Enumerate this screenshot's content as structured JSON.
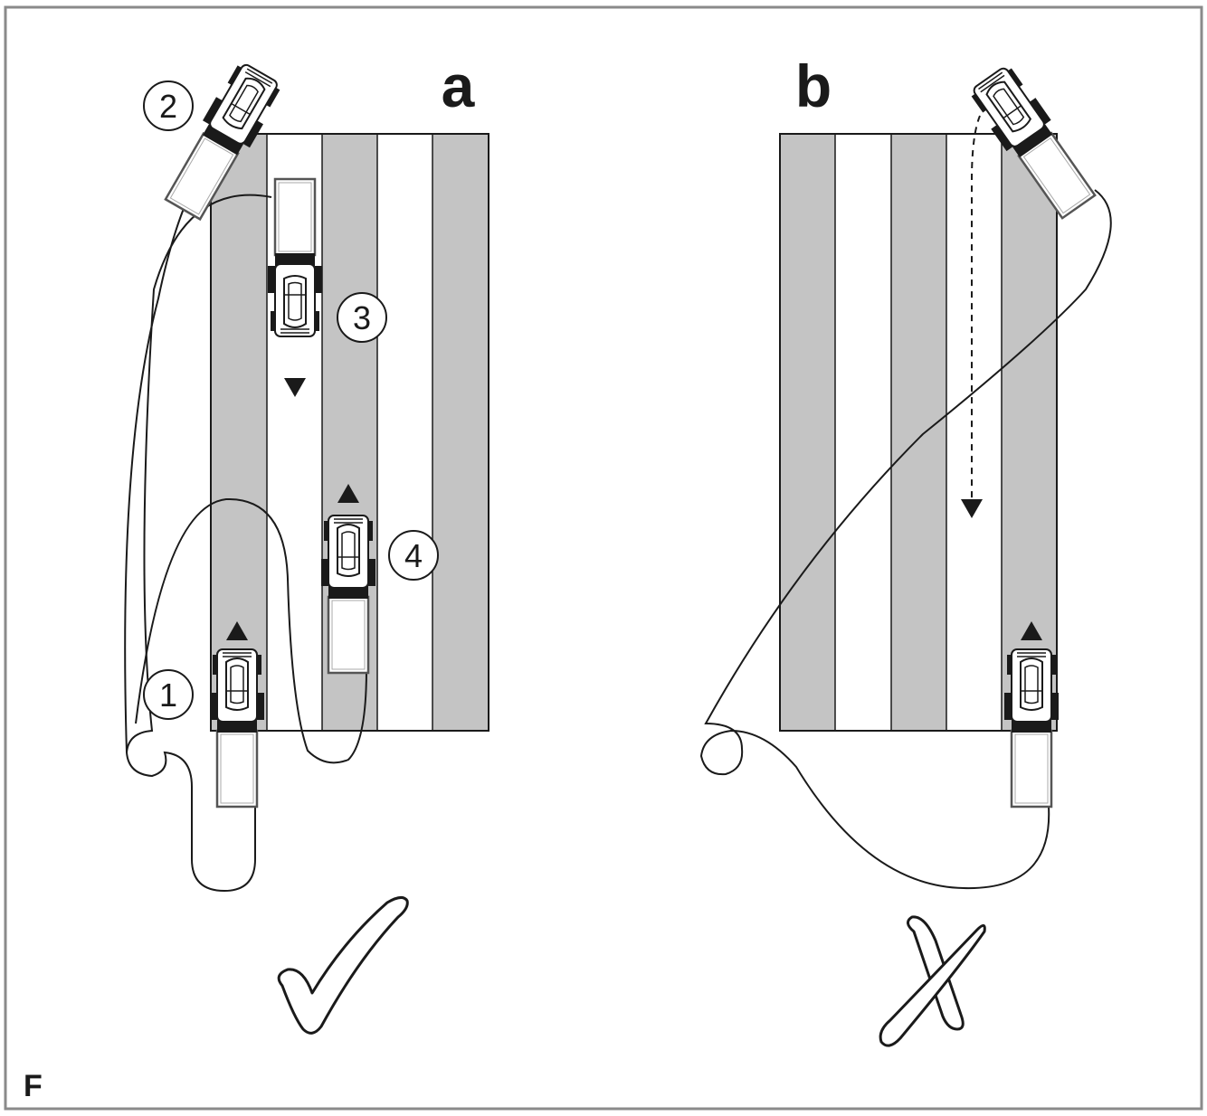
{
  "figure_label": "F",
  "panels": {
    "a": {
      "letter": "a",
      "verdict": "correct"
    },
    "b": {
      "letter": "b",
      "verdict": "incorrect"
    }
  },
  "steps": [
    "1",
    "2",
    "3",
    "4"
  ],
  "colors": {
    "stripe_gray": "#c4c4c4",
    "stripe_white": "#ffffff",
    "ink": "#1a1a1a",
    "border": "#8a8a8a"
  },
  "icons": {
    "check": "checkmark-icon",
    "cross": "cross-icon",
    "tractor": "tractor-with-trailer-icon",
    "arrow": "direction-arrow-icon"
  }
}
